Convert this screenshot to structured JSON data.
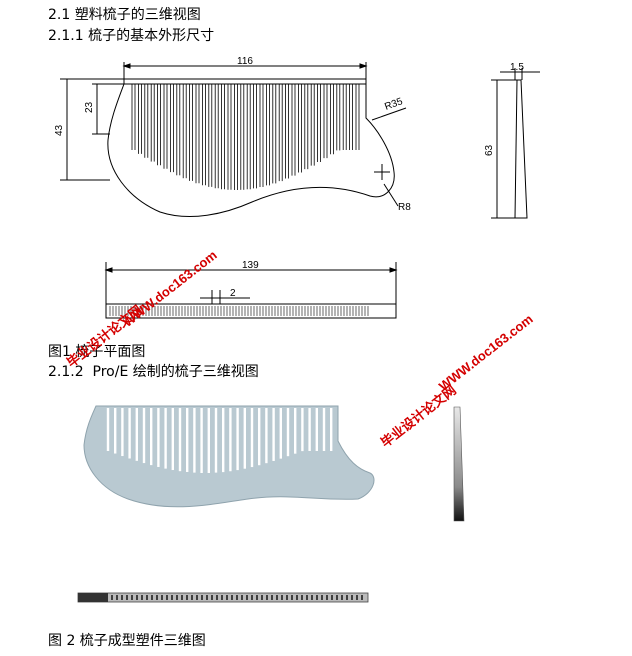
{
  "heading_section": "2.1 塑料梳子的三维视图",
  "heading_subsection": "2.1.1 梳子的基本外形尺寸",
  "dimensions": {
    "width_top": "116",
    "total_height": "43",
    "body_height": "23",
    "radius_large": "R35",
    "radius_small": "R8",
    "side_thickness": "1.5",
    "side_height": "63",
    "total_length": "139",
    "tooth_pitch": "2"
  },
  "caption_plan": "图1 梳子平面图",
  "heading_proe": "2.1.2  Pro/E 绘制的梳子三维视图",
  "caption_3d": "图 2 梳子成型塑件三维图",
  "watermark": {
    "line1": "毕业设计论文网",
    "line2": "WWW.doc163.com"
  },
  "colors": {
    "comb_fill": "#b9c9d1",
    "watermark": "#d40000"
  }
}
